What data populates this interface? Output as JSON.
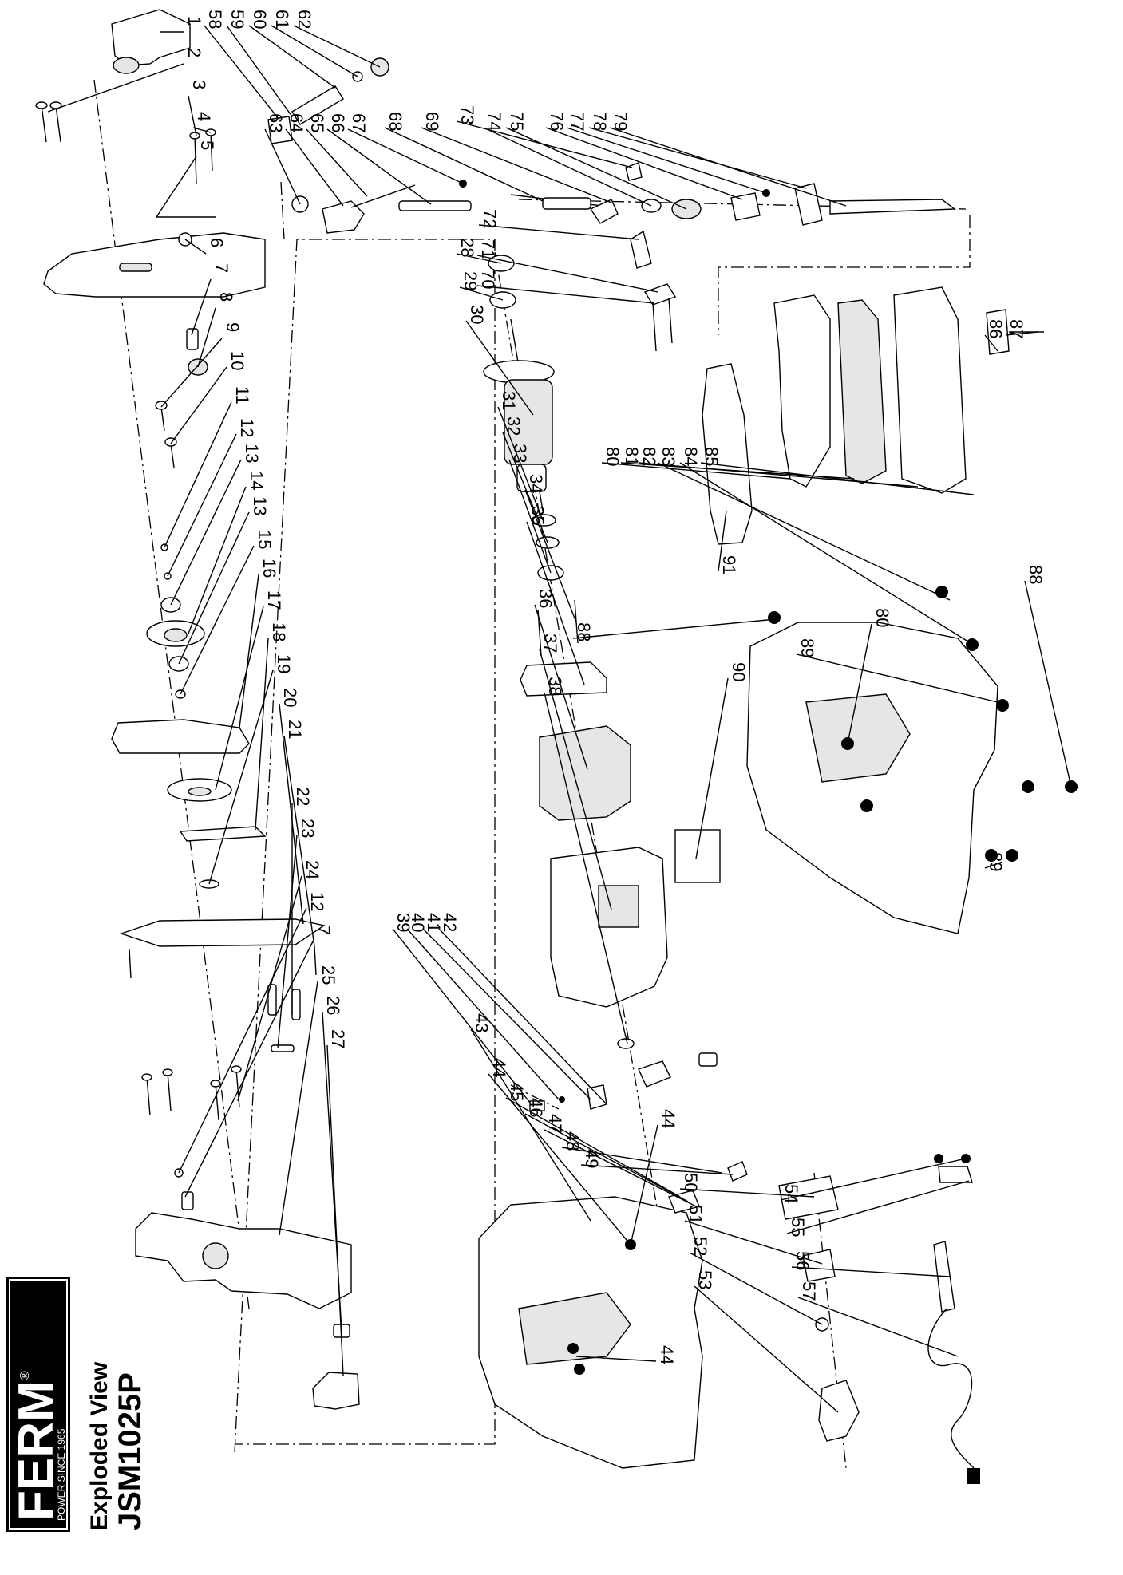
{
  "brand": {
    "logo_text": "FERM",
    "registered_mark": "®",
    "tagline": "POWER SINCE 1965"
  },
  "document": {
    "subtitle": "Exploded View",
    "model": "JSM1025P"
  },
  "part_numbers": [
    "1",
    "2",
    "3",
    "4",
    "5",
    "6",
    "7",
    "8",
    "9",
    "10",
    "11",
    "12",
    "13",
    "14",
    "13",
    "15",
    "16",
    "17",
    "18",
    "19",
    "20",
    "21",
    "22",
    "23",
    "24",
    "12",
    "7",
    "25",
    "26",
    "27",
    "28",
    "29",
    "30",
    "31",
    "32",
    "33",
    "34",
    "35",
    "36",
    "37",
    "38",
    "39",
    "40",
    "41",
    "42",
    "43",
    "44",
    "45",
    "46",
    "47",
    "48",
    "49",
    "50",
    "51",
    "52",
    "53",
    "54",
    "55",
    "56",
    "57",
    "58",
    "59",
    "60",
    "61",
    "62",
    "63",
    "64",
    "65",
    "66",
    "67",
    "68",
    "69",
    "73",
    "74",
    "75",
    "76",
    "77",
    "78",
    "79",
    "72",
    "71",
    "70",
    "80",
    "81",
    "82",
    "83",
    "84",
    "85",
    "86",
    "87",
    "88",
    "89",
    "80",
    "88",
    "90",
    "91",
    "89",
    "44",
    "44"
  ]
}
